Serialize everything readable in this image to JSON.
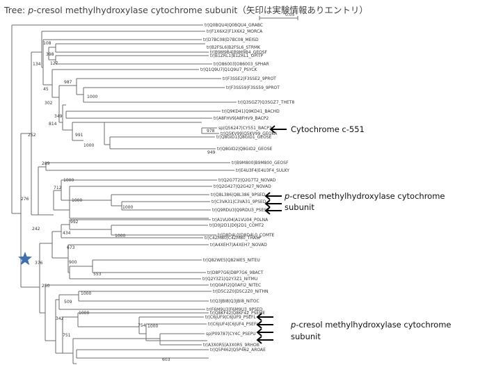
{
  "title": {
    "prefix": "Tree: ",
    "italic": "p",
    "rest": "-cresol methylhydroxylase cytochrome subunit（矢印は実験情報ありエントリ）"
  },
  "scale_bar_label": "0.05",
  "leaves": [
    "tr|Q0BQU4|Q0BQU4_GRABC",
    "tr|F1X6X2|F1X6X2_MORCA",
    "tr|D7BC08|D7BC08_MEISD",
    "tr|B2FSL6|B2FSL6_STRMK",
    "tr|B9M9B4|B9M9B4_GEOSF",
    "tr|B1ZRL1|B1ZRL1_OPITP",
    "tr|O86003|O86003_SPHAR",
    "tr|Q1Q9U7|Q1Q9U7_PSYCK",
    "tr|F3SSE2|F3SSE2_9PROT",
    "tr|F3SS59|F3SS59_9PROT",
    "tr|Q3SGZ7|Q3SGZ7_THET8",
    "tr|Q9KD41|Q9KD41_BACHD",
    "tr|A8FHV9|A8FHV9_BACP2",
    "sp|Q56247|CY551_BACP3",
    "tr|Q5KV99|Q5KV99_GEOKA",
    "tr|Q8GID1|Q8GID1_GEOSE",
    "tr|Q8GID2|Q8GID2_GEOSE",
    "tr|B9M800|B9M800_GEOSF",
    "tr|E4U3F4|E4U3F4_SULKY",
    "tr|Q2G7T2|Q2G7T2_NOVAD",
    "tr|Q2G427|Q2G427_NOVAD",
    "tr|Q8L386|Q8L386_9PSED",
    "tr|C3VA31|C3VA31_9PSED",
    "tr|Q9RDU3|Q9RDU3_PSESP",
    "tr|A1VU04|A1VU04_POLNA",
    "tr|D0J2D1|D0J2D1_COMT2",
    "tr|D8D4L0|D8D4L0_COMTE",
    "tr|C4ZM80|C4ZM80_THASP",
    "tr|A4XEH7|A4XEH7_NOVAD",
    "tr|Q82WE5|Q82WE5_NITEU",
    "tr|D8P7G6|D8P7G6_9BACT",
    "tr|Q2Y3Z1|Q2Y3Z1_NITMU",
    "tr|Q0AFI2|Q0AFI2_NITEC",
    "tr|D5C2Z0|D5C2Z0_NITHN",
    "tr|Q3JBI8|Q3JBI8_NITOC",
    "tr|F6M9U3|F6M9U3_9PSED",
    "tr|Q8KF42|Q8KF42_PSEME",
    "tr|C6JUF9|C6JUF9_PSEFL",
    "tr|C6JUF4|C6JUF4_PSEFL",
    "sp|P09787|CY4C_PSEPU",
    "tr|A3X0R5|A3X0R5_9RHOB",
    "tr|Q5P462|Q5P462_AROAE"
  ],
  "bootstrap": [
    {
      "id": "b01",
      "label": "108"
    },
    {
      "id": "b02",
      "label": "398"
    },
    {
      "id": "b03",
      "label": "127"
    },
    {
      "id": "b04",
      "label": "134"
    },
    {
      "id": "b05",
      "label": "45"
    },
    {
      "id": "b06",
      "label": "987"
    },
    {
      "id": "b07",
      "label": "1000"
    },
    {
      "id": "b08",
      "label": "302"
    },
    {
      "id": "b09",
      "label": "349"
    },
    {
      "id": "b10",
      "label": "814"
    },
    {
      "id": "b11",
      "label": "991"
    },
    {
      "id": "b12",
      "label": "978"
    },
    {
      "id": "b13",
      "label": "1000"
    },
    {
      "id": "b14",
      "label": "949"
    },
    {
      "id": "b15",
      "label": "252"
    },
    {
      "id": "b16",
      "label": "289"
    },
    {
      "id": "b17",
      "label": "1000"
    },
    {
      "id": "b18",
      "label": "712"
    },
    {
      "id": "b19",
      "label": "1000"
    },
    {
      "id": "b20",
      "label": "1000"
    },
    {
      "id": "b21",
      "label": "276"
    },
    {
      "id": "b22",
      "label": "992"
    },
    {
      "id": "b23",
      "label": "434"
    },
    {
      "id": "b24",
      "label": "1000"
    },
    {
      "id": "b25",
      "label": "673"
    },
    {
      "id": "b26",
      "label": "242"
    },
    {
      "id": "b27",
      "label": "900"
    },
    {
      "id": "b28",
      "label": "376"
    },
    {
      "id": "b29",
      "label": "553"
    },
    {
      "id": "b30",
      "label": "250"
    },
    {
      "id": "b31",
      "label": "1000"
    },
    {
      "id": "b32",
      "label": "509"
    },
    {
      "id": "b33",
      "label": "342"
    },
    {
      "id": "b34",
      "label": "1000"
    },
    {
      "id": "b35",
      "label": "754"
    },
    {
      "id": "b36",
      "label": "1000"
    },
    {
      "id": "b37",
      "label": "751"
    },
    {
      "id": "b38",
      "label": "603"
    }
  ],
  "annotations": {
    "cytochrome": "Cytochrome c-551",
    "group1_italic": "p",
    "group1_line1_rest": "-cresol methylhydroxylase cytochrome",
    "group1_line2": "subunit",
    "group2_italic": "p",
    "group2_line1_rest": "-cresol methylhydroxylase cytochrome",
    "group2_line2": "subunit"
  },
  "colors": {
    "branch": "#6b6b6b",
    "star": "#3f6fb0",
    "title": "#404040"
  },
  "icons": {
    "root_marker": "star-icon",
    "pointer": "arrow-left-icon"
  }
}
